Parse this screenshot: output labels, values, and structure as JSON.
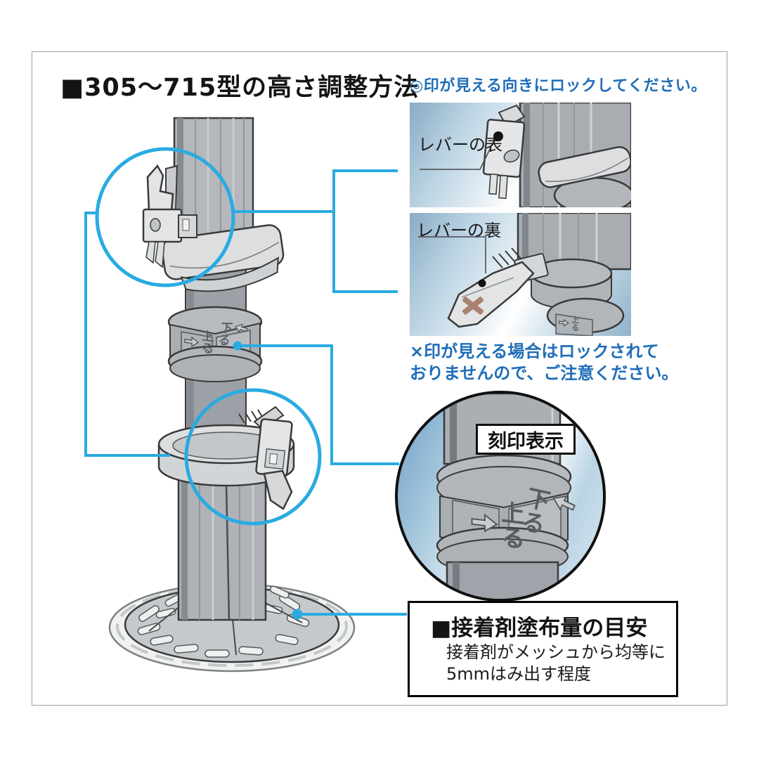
{
  "title": "■305〜715型の高さ調整方法",
  "lock_note": "◎印が見える向きにロックしてください。",
  "panels": {
    "front": {
      "label": "レバーの表"
    },
    "back": {
      "label": "レバーの裏"
    }
  },
  "caution": {
    "line1": "×印が見える場合はロックされて",
    "line2": "おりませんので、ご注意ください。"
  },
  "detail": {
    "label": "刻印表示",
    "mark_up": "上る",
    "mark_down": "下る"
  },
  "adhesive": {
    "title": "■接着剤塗布量の目安",
    "line1": "接着剤がメッシュから均等に",
    "line2": "5mmはみ出す程度"
  },
  "colors": {
    "accent_blue": "#29abe2",
    "text_blue": "#1e6eb8",
    "cross_mark": "#a8826f"
  }
}
